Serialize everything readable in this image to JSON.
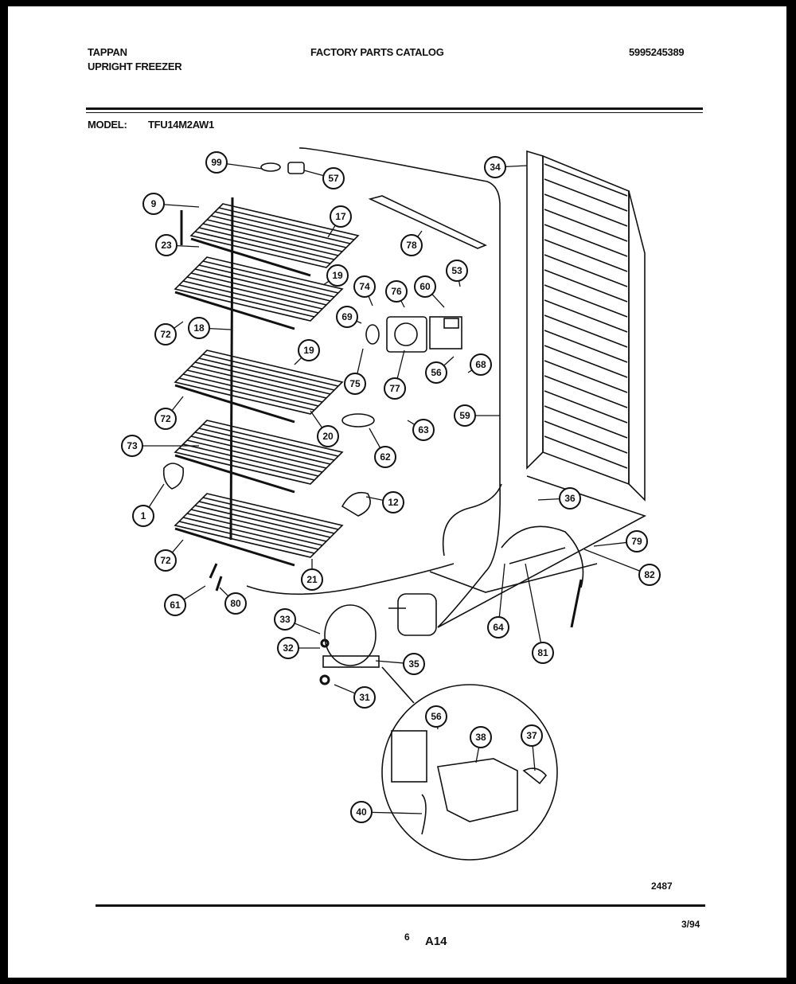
{
  "header": {
    "brand": "TAPPAN",
    "product": "UPRIGHT FREEZER",
    "catalog_title": "FACTORY PARTS CATALOG",
    "catalog_number": "5995245389",
    "model_label": "MODEL:",
    "model_number": "TFU14M2AW1"
  },
  "callouts": [
    {
      "label": "99"
    },
    {
      "label": "57"
    },
    {
      "label": "34"
    },
    {
      "label": "9"
    },
    {
      "label": "17"
    },
    {
      "label": "78"
    },
    {
      "label": "23"
    },
    {
      "label": "19"
    },
    {
      "label": "74"
    },
    {
      "label": "76"
    },
    {
      "label": "60"
    },
    {
      "label": "53"
    },
    {
      "label": "69"
    },
    {
      "label": "72"
    },
    {
      "label": "18"
    },
    {
      "label": "19"
    },
    {
      "label": "56"
    },
    {
      "label": "68"
    },
    {
      "label": "75"
    },
    {
      "label": "77"
    },
    {
      "label": "72"
    },
    {
      "label": "59"
    },
    {
      "label": "63"
    },
    {
      "label": "20"
    },
    {
      "label": "62"
    },
    {
      "label": "73"
    },
    {
      "label": "1"
    },
    {
      "label": "12"
    },
    {
      "label": "36"
    },
    {
      "label": "79"
    },
    {
      "label": "72"
    },
    {
      "label": "21"
    },
    {
      "label": "82"
    },
    {
      "label": "61"
    },
    {
      "label": "80"
    },
    {
      "label": "33"
    },
    {
      "label": "64"
    },
    {
      "label": "32"
    },
    {
      "label": "81"
    },
    {
      "label": "35"
    },
    {
      "label": "31"
    },
    {
      "label": "56"
    },
    {
      "label": "38"
    },
    {
      "label": "37"
    },
    {
      "label": "40"
    }
  ],
  "footer": {
    "drawing_number": "2487",
    "page_number": "6",
    "section_code": "A14",
    "date": "3/94"
  }
}
